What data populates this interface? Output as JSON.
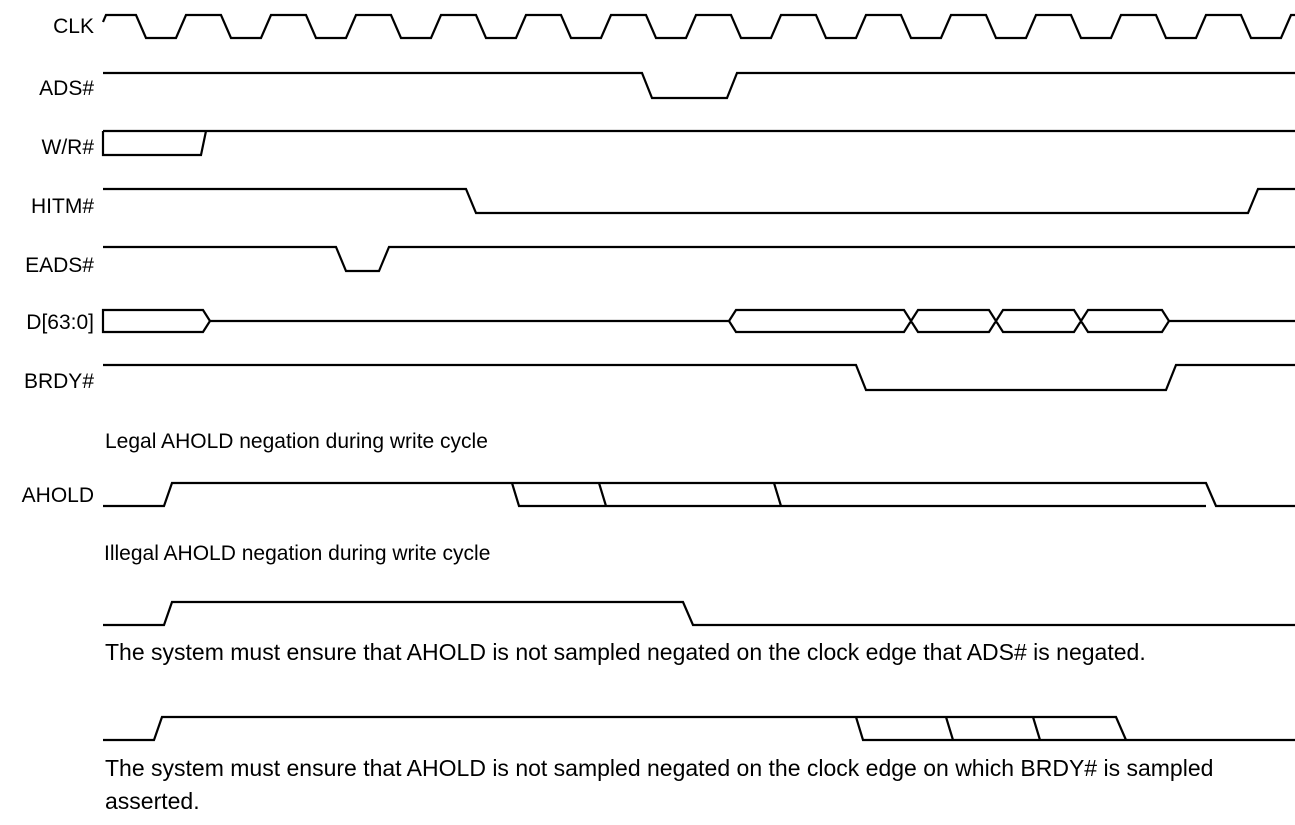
{
  "signals": [
    {
      "id": "clk",
      "label": "CLK"
    },
    {
      "id": "ads",
      "label": "ADS#"
    },
    {
      "id": "wr",
      "label": "W/R#"
    },
    {
      "id": "hitm",
      "label": "HITM#"
    },
    {
      "id": "eads",
      "label": "EADS#"
    },
    {
      "id": "data",
      "label": "D[63:0]"
    },
    {
      "id": "brdy",
      "label": "BRDY#"
    },
    {
      "id": "ahold",
      "label": "AHOLD"
    }
  ],
  "captions": {
    "legal": "Legal AHOLD negation during write cycle",
    "illegal": "Illegal AHOLD negation during write cycle",
    "note_ads": "The system must ensure that AHOLD is not sampled negated on the clock edge that ADS# is negated.",
    "note_brdy_line1": "The system must ensure that AHOLD is not sampled negated on the clock edge on which BRDY# is sampled",
    "note_brdy_line2": "asserted."
  }
}
